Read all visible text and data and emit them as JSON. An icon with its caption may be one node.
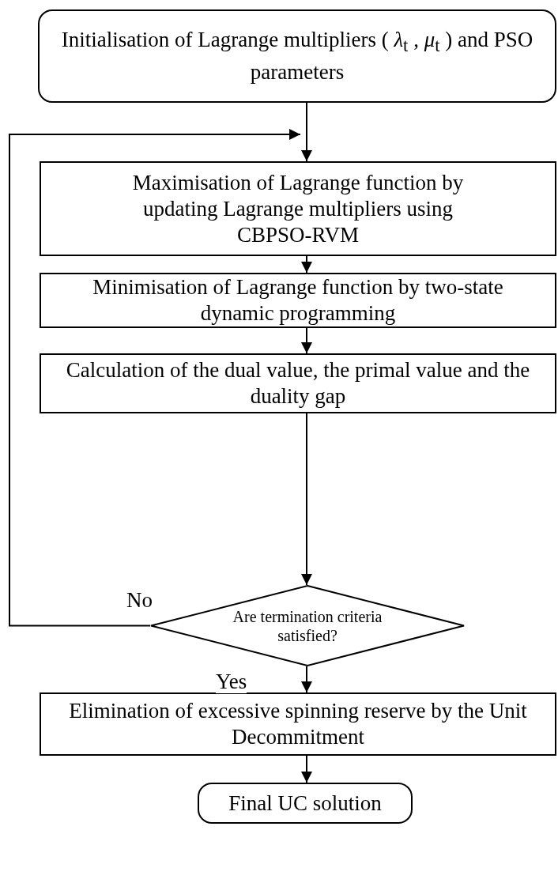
{
  "diagram": {
    "nodes": [
      {
        "text": [
          "Initialisation of Lagrange multipliers ( *λ*$_{t}$ , *μ*$_{t}$ ) and PSO parameters"
        ]
      },
      {
        "text": [
          "Maximisation of Lagrange function by updating Lagrange multipliers using CBPSO-RVM"
        ]
      },
      {
        "text": [
          "Minimisation of Lagrange function by two-state dynamic programming"
        ]
      },
      {
        "text": [
          "Calculation of the dual value, the primal value and the duality gap"
        ]
      },
      {
        "text": [
          "Are termination criteria satisfied?"
        ]
      },
      {
        "text": [
          "Elimination of excessive spinning reserve by the Unit Decommitment"
        ]
      },
      {
        "text": [
          "Final UC solution"
        ]
      }
    ],
    "edges": [
      {
        "from": 0,
        "to": 1,
        "arrow": "to"
      },
      {
        "from": 1,
        "to": 2,
        "arrow": "to"
      },
      {
        "from": 2,
        "to": 3,
        "arrow": "to"
      },
      {
        "from": 3,
        "to": 4,
        "arrow": "to"
      },
      {
        "from": 4,
        "to": 1,
        "arrow": "to",
        "label": "No"
      },
      {
        "from": 4,
        "to": 5,
        "arrow": "to",
        "label": "Yes"
      },
      {
        "from": 5,
        "to": 6,
        "arrow": "to"
      }
    ]
  }
}
